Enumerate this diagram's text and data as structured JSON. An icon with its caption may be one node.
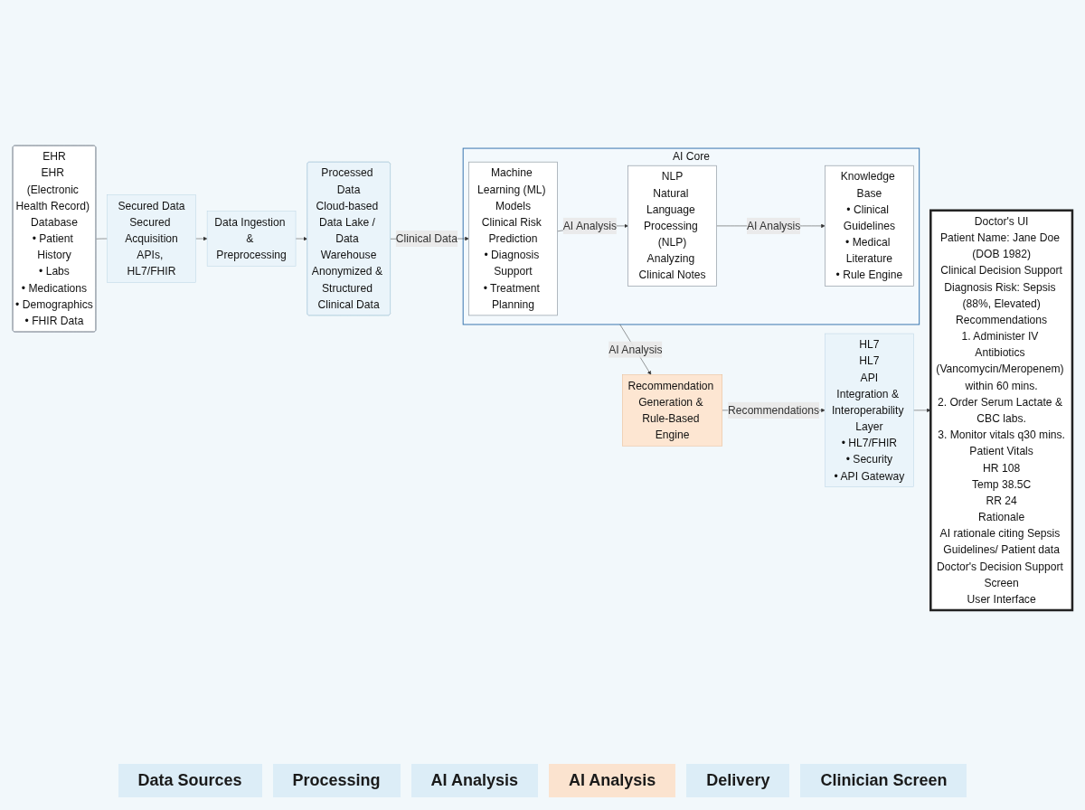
{
  "diagram": {
    "nodes": [
      {
        "text": [
          "EHR",
          "EHR (Electronic Health Record) Database",
          "• Patient History",
          "• Labs",
          "• Medications",
          "• Demographics",
          "• FHIR Data"
        ]
      },
      {
        "text": [
          "Secured Data",
          "Secured Acquisition",
          "APIs, HL7/FHIR"
        ]
      },
      {
        "text": [
          "Data Ingestion & Preprocessing"
        ]
      },
      {
        "text": [
          "Processed Data",
          "Cloud-based Data Lake / Data Warehouse",
          "Anonymized & Structured Clinical Data"
        ]
      },
      {
        "text": [
          "AI Core"
        ]
      },
      {
        "text": [
          "Machine Learning (ML) Models",
          "Clinical Risk Prediction",
          "• Diagnosis Support",
          "• Treatment Planning"
        ],
        "in": 4
      },
      {
        "text": [
          "NLP",
          "Natural Language Processing (NLP)",
          "Analyzing Clinical Notes"
        ],
        "in": 4
      },
      {
        "text": [
          "Knowledge Base",
          "• Clinical Guidelines",
          "• Medical Literature",
          "• Rule Engine"
        ],
        "in": 4
      },
      {
        "text": [
          "Recommendation Generation & Rule-Based Engine"
        ]
      },
      {
        "text": [
          "HL7",
          "HL7",
          "API",
          "Integration & Interoperability Layer",
          "• HL7/FHIR",
          "• Security",
          "• API Gateway"
        ]
      },
      {
        "text": [
          "Doctor's UI",
          "Patient Name: Jane Doe (DOB 1982)",
          "Clinical Decision Support",
          "Diagnosis Risk: Sepsis (88%, Elevated)",
          "Recommendations",
          "1. Administer IV Antibiotics (Vancomycin/Meropenem) within 60 mins.",
          "2. Order Serum Lactate & CBC labs.",
          "3. Monitor vitals q30 mins.",
          "Patient Vitals",
          "HR 108",
          "Temp 38.5C",
          "RR 24",
          "Rationale",
          "AI rationale citing Sepsis Guidelines/ Patient data",
          "Doctor's Decision Support Screen",
          "User Interface"
        ]
      }
    ],
    "edges": [
      {
        "from": 0,
        "to": 1,
        "arrow": "none"
      },
      {
        "from": 1,
        "to": 2,
        "arrow": "to"
      },
      {
        "from": 2,
        "to": 3,
        "arrow": "to"
      },
      {
        "from": 3,
        "to": 5,
        "arrow": "to",
        "label": "Clinical Data"
      },
      {
        "from": 5,
        "to": 6,
        "arrow": "to",
        "label": "AI Analysis"
      },
      {
        "from": 6,
        "to": 7,
        "arrow": "to",
        "label": "AI Analysis"
      },
      {
        "from": 4,
        "to": 8,
        "arrow": "to",
        "label": "AI Analysis"
      },
      {
        "from": 8,
        "to": 9,
        "arrow": "to",
        "label": "Recommendations"
      },
      {
        "from": 9,
        "to": 10,
        "arrow": "to"
      }
    ],
    "labels": [
      "Data Sources",
      "Processing",
      "AI Analysis",
      "AI Analysis",
      "Delivery",
      "Clinician Screen"
    ]
  }
}
